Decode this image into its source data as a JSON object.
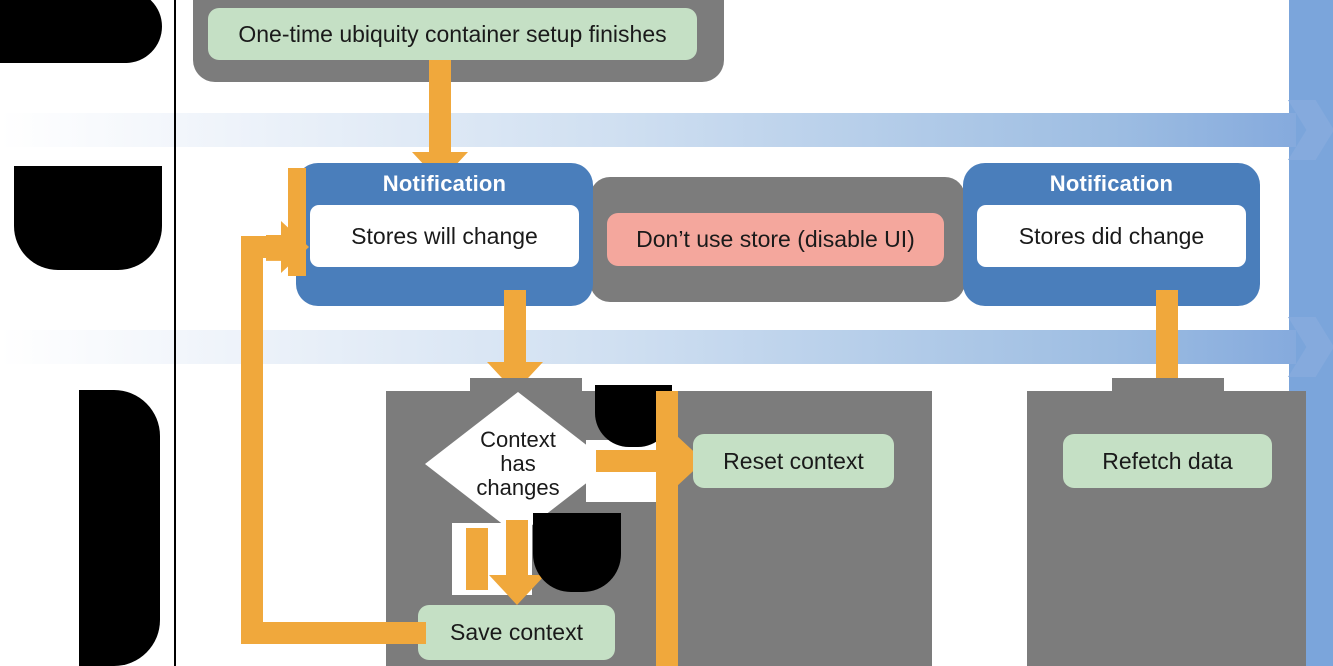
{
  "diagram": {
    "title_present": false,
    "colors": {
      "accent_orange": "#f0a83c",
      "notification_blue": "#4a7ebb",
      "container_gray": "#7c7c7c",
      "action_green": "#c5e0c5",
      "warning_salmon": "#f4a79d",
      "lane_blue": "#7ba5db",
      "decision_white": "#ffffff",
      "redaction_black": "#000000"
    },
    "lanes": [
      {
        "id": "lane-1",
        "label_redacted": true
      },
      {
        "id": "lane-2",
        "label_redacted": true
      },
      {
        "id": "lane-3",
        "label_redacted": true
      }
    ],
    "nodes": {
      "setup_finish": {
        "label": "One-time ubiquity container setup finishes",
        "shape": "pill",
        "color": "green"
      },
      "notification_will": {
        "header": "Notification",
        "label": "Stores will change",
        "shape": "notification",
        "color": "blue"
      },
      "disable_ui": {
        "label": "Don’t use store (disable UI)",
        "shape": "pill",
        "color": "salmon"
      },
      "notification_did": {
        "header": "Notification",
        "label": "Stores did change",
        "shape": "notification",
        "color": "blue"
      },
      "context_has_changes": {
        "label": "Context\nhas\nchanges",
        "line1": "Context",
        "line2": "has",
        "line3": "changes",
        "shape": "diamond",
        "color": "white"
      },
      "reset_context": {
        "label": "Reset context",
        "shape": "pill",
        "color": "green"
      },
      "save_context": {
        "label": "Save context",
        "shape": "pill",
        "color": "green"
      },
      "refetch_data": {
        "label": "Refetch data",
        "shape": "pill",
        "color": "green"
      }
    },
    "edge_labels": [
      {
        "id": "edge-label-yes",
        "redacted": true
      },
      {
        "id": "edge-label-no",
        "redacted": true
      }
    ]
  }
}
